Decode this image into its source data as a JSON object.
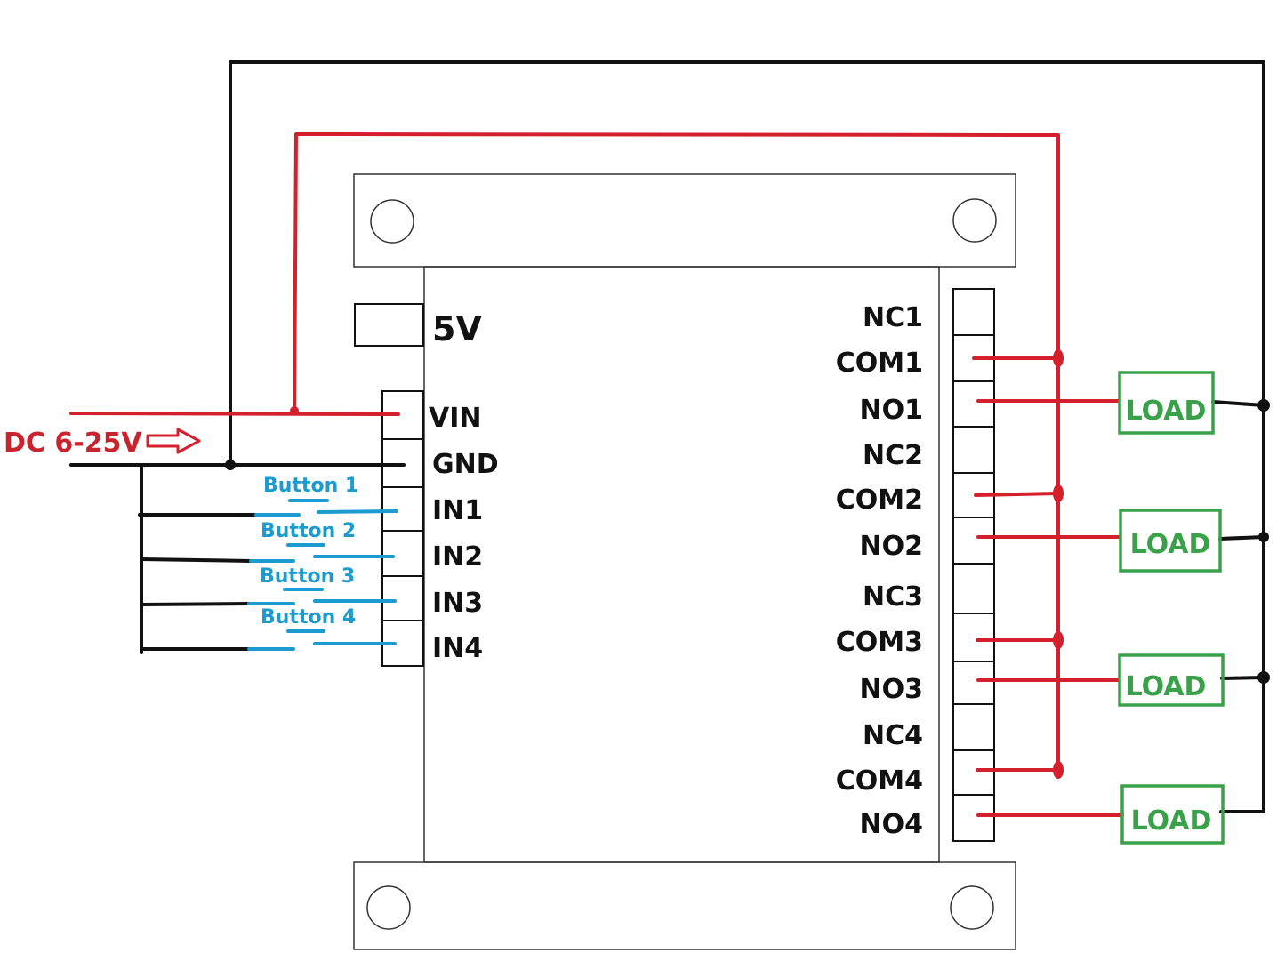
{
  "colors": {
    "black_wire": "#111111",
    "red_wire": "#d4202c",
    "blue_switch": "#1b9bd0",
    "load_green": "#3aa04a",
    "power_label": "#c8242e",
    "board_outline": "#333333"
  },
  "jumper": {
    "label": "5V"
  },
  "power": {
    "label": "DC 6-25V"
  },
  "left_pins": [
    "VIN",
    "GND",
    "IN1",
    "IN2",
    "IN3",
    "IN4"
  ],
  "buttons": [
    "Button 1",
    "Button 2",
    "Button 3",
    "Button 4"
  ],
  "right_pins": [
    "NC1",
    "COM1",
    "NO1",
    "NC2",
    "COM2",
    "NO2",
    "NC3",
    "COM3",
    "NO3",
    "NC4",
    "COM4",
    "NO4"
  ],
  "loads": [
    "LOAD",
    "LOAD",
    "LOAD",
    "LOAD"
  ]
}
